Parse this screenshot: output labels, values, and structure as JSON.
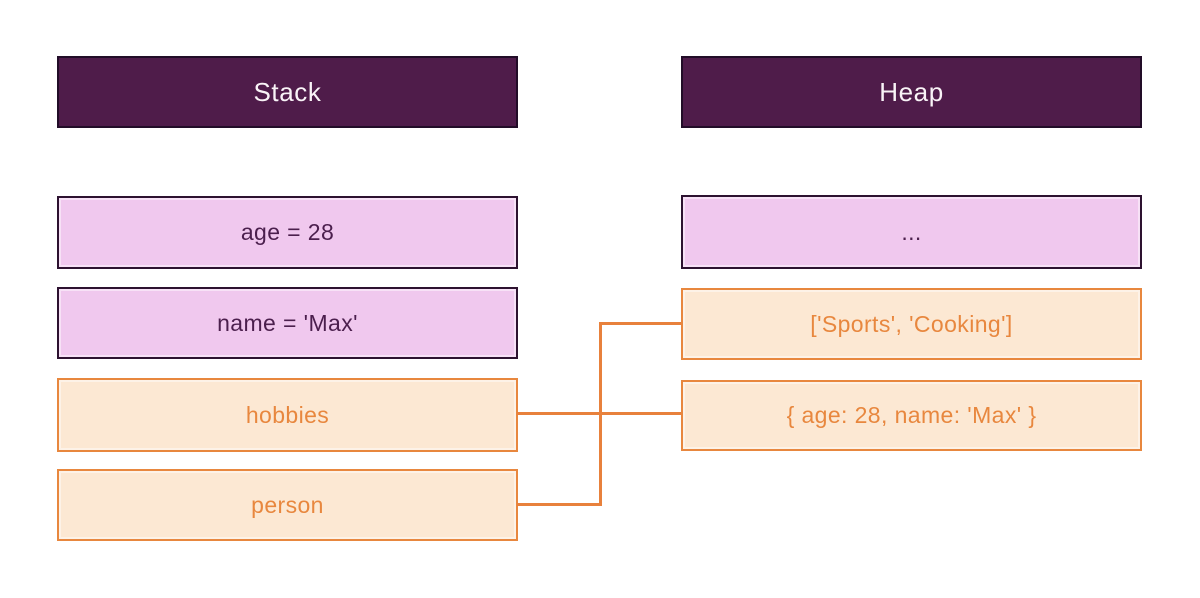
{
  "diagram": {
    "stack": {
      "header": "Stack",
      "items": [
        {
          "label": "age = 28",
          "kind": "primitive-value"
        },
        {
          "label": "name = 'Max'",
          "kind": "primitive-value"
        },
        {
          "label": "hobbies",
          "kind": "reference-pointer"
        },
        {
          "label": "person",
          "kind": "reference-pointer"
        }
      ]
    },
    "heap": {
      "header": "Heap",
      "items": [
        {
          "label": "...",
          "kind": "placeholder"
        },
        {
          "label": "['Sports', 'Cooking']",
          "kind": "reference-value"
        },
        {
          "label": "{ age: 28, name: 'Max' }",
          "kind": "reference-value"
        }
      ]
    },
    "connections": [
      {
        "from": "hobbies",
        "to": "['Sports', 'Cooking']"
      },
      {
        "from": "person",
        "to": "{ age: 28, name: 'Max' }"
      }
    ]
  },
  "colors": {
    "page-bg": "#ffffff",
    "header-bg": "#4f1c4a",
    "header-border": "#220d28",
    "header-text": "#f9f3f7",
    "pink-bg": "#f0c8ee",
    "pink-border": "#2d1230",
    "pink-text": "#4b1f4d",
    "orange-bg": "#fce8d3",
    "orange-border": "#e8873e",
    "orange-text": "#e8873e",
    "line-color": "#e8813c"
  }
}
